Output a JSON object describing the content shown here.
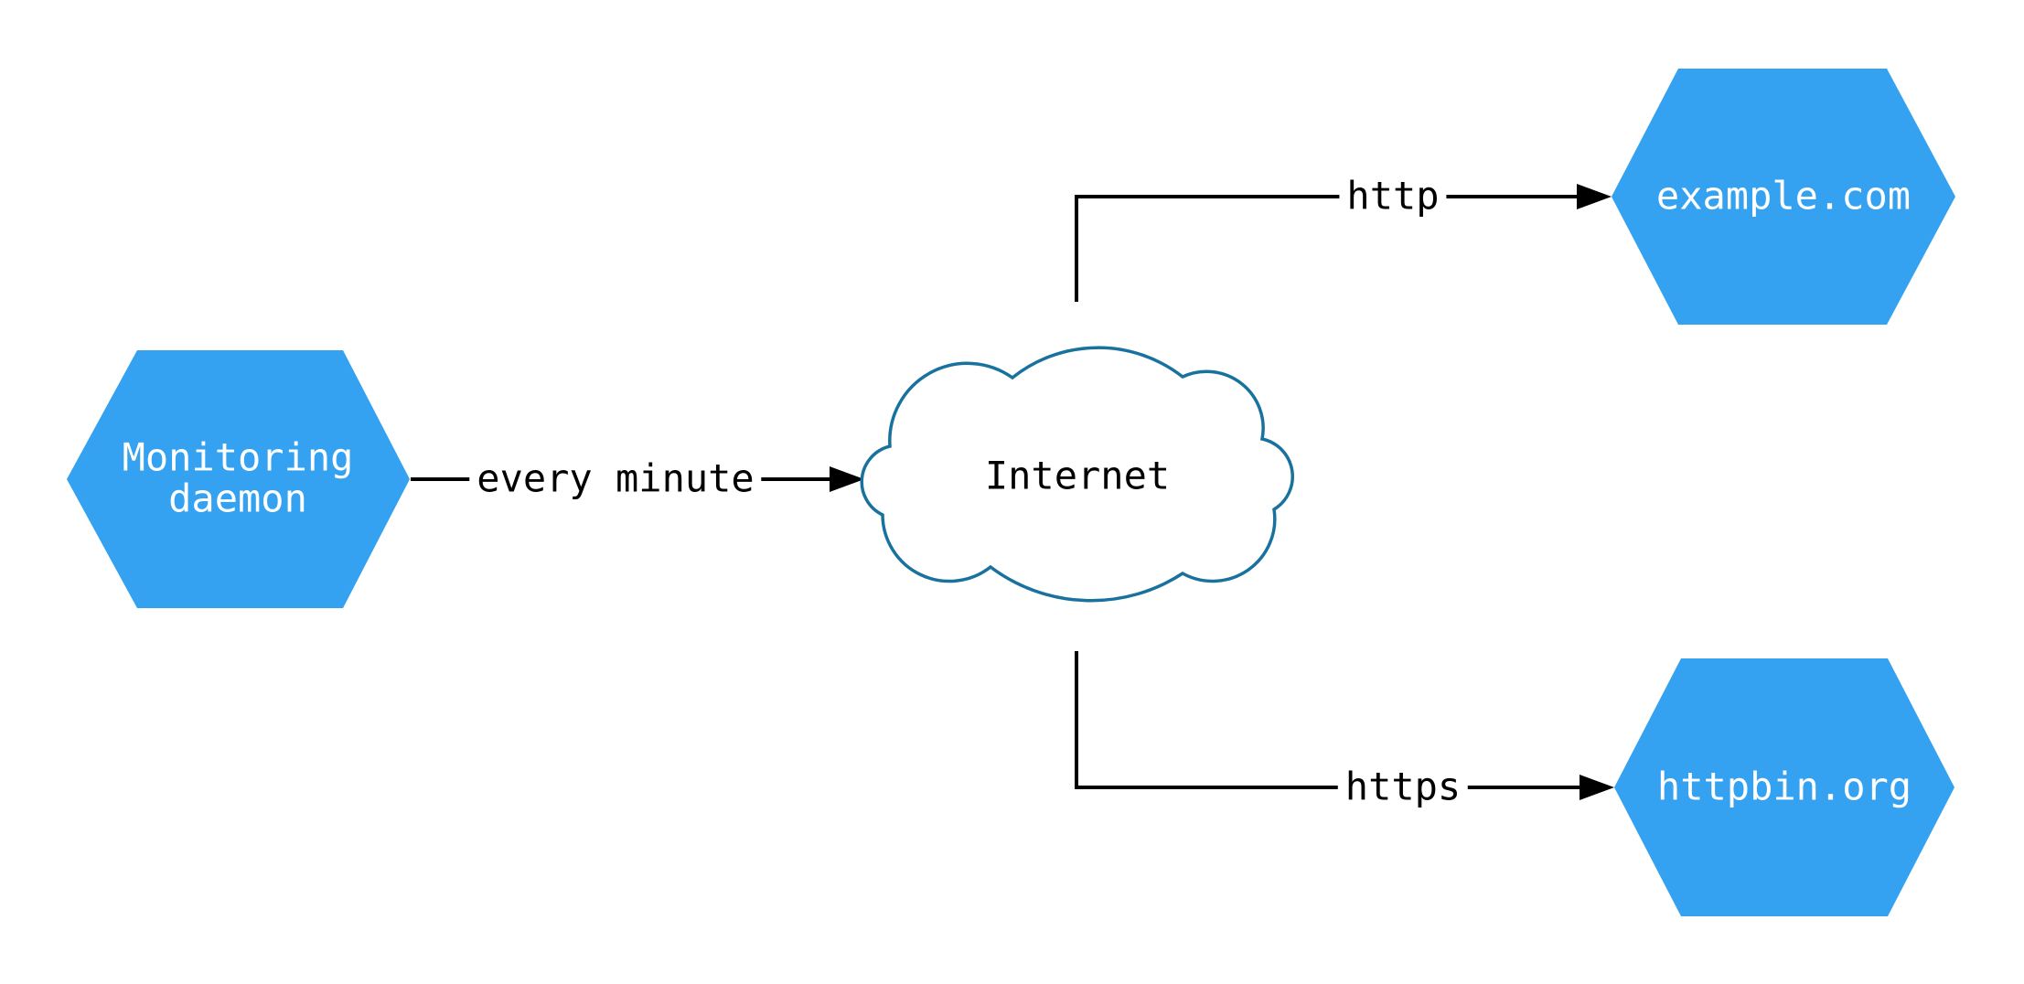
{
  "diagram": {
    "type": "network-diagram",
    "background": "#ffffff",
    "nodes": [
      {
        "id": "monitoring-daemon",
        "shape": "hexagon",
        "label": "Monitoring\ndaemon"
      },
      {
        "id": "internet",
        "shape": "cloud",
        "label": "Internet"
      },
      {
        "id": "example-com",
        "shape": "hexagon",
        "label": "example.com"
      },
      {
        "id": "httpbin-org",
        "shape": "hexagon",
        "label": "httpbin.org"
      }
    ],
    "edges": [
      {
        "from": "monitoring-daemon",
        "to": "internet",
        "label": "every minute"
      },
      {
        "from": "internet",
        "to": "example-com",
        "label": "http"
      },
      {
        "from": "internet",
        "to": "httpbin-org",
        "label": "https"
      }
    ],
    "colors": {
      "node_fill": "#34a2f0",
      "node_text": "#ffffff",
      "cloud_stroke": "#19729e",
      "cloud_fill": "#ffffff",
      "edge": "#000000",
      "edge_label_text": "#000000"
    }
  }
}
